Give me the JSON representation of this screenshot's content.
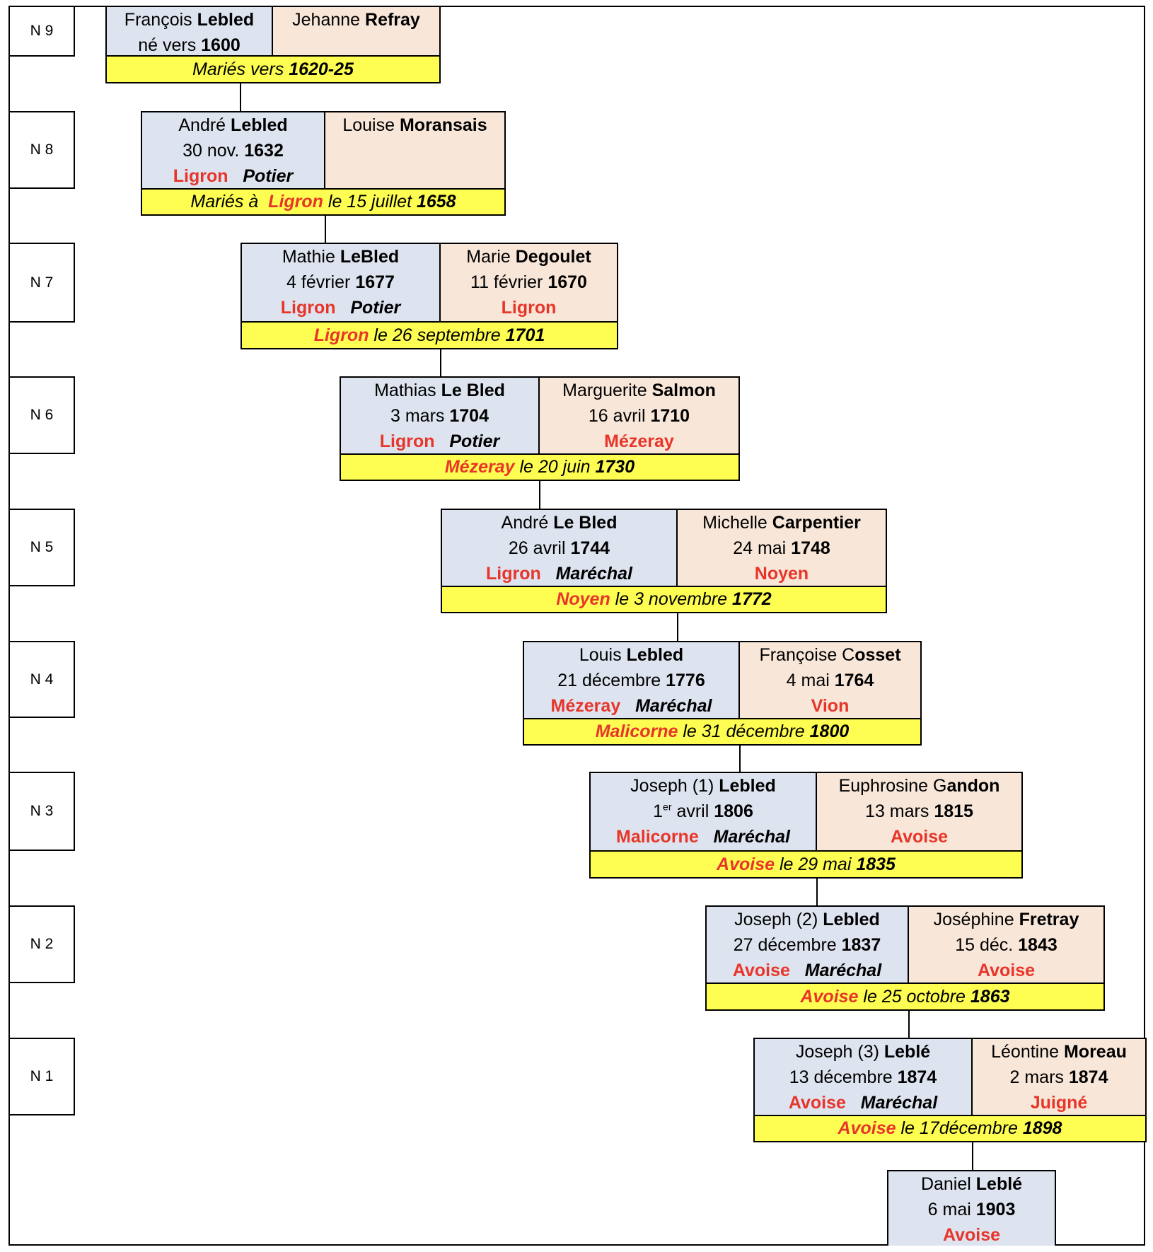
{
  "title": "Lebled family patrilineal tree",
  "colors": {
    "male_bg": "#dde4ef",
    "female_bg": "#f8e6d8",
    "marriage_bg": "#fefe52",
    "place_red": "#e8352a"
  },
  "generations": [
    {
      "label": "N 9",
      "husband": [
        [
          {
            "t": "François "
          },
          {
            "t": "Lebled",
            "s": "b"
          }
        ],
        [
          {
            "t": "né vers "
          },
          {
            "t": "1600",
            "s": "b"
          }
        ]
      ],
      "wife": [
        [
          {
            "t": "Jehanne "
          },
          {
            "t": "Refray",
            "s": "b"
          }
        ]
      ],
      "marriage": [
        {
          "t": "Mariés vers "
        },
        {
          "t": "1620-25",
          "s": "b"
        }
      ]
    },
    {
      "label": "N 8",
      "husband": [
        [
          {
            "t": "André "
          },
          {
            "t": "Lebled",
            "s": "b"
          }
        ],
        [
          {
            "t": "30 nov. "
          },
          {
            "t": "1632",
            "s": "b"
          }
        ],
        [
          {
            "t": "Ligron",
            "s": "red"
          },
          {
            "t": "   "
          },
          {
            "t": "Potier",
            "s": "bi"
          }
        ]
      ],
      "wife": [
        [
          {
            "t": "Louise "
          },
          {
            "t": "Moransais",
            "s": "b"
          }
        ]
      ],
      "marriage": [
        {
          "t": "Mariés à  "
        },
        {
          "t": "Ligron",
          "s": "red"
        },
        {
          "t": " le 15 juillet "
        },
        {
          "t": "1658",
          "s": "b"
        }
      ]
    },
    {
      "label": "N 7",
      "husband": [
        [
          {
            "t": "Mathie "
          },
          {
            "t": "LeBled",
            "s": "b"
          }
        ],
        [
          {
            "t": "4 février "
          },
          {
            "t": "1677",
            "s": "b"
          }
        ],
        [
          {
            "t": "Ligron",
            "s": "red"
          },
          {
            "t": "   "
          },
          {
            "t": "Potier",
            "s": "bi"
          }
        ]
      ],
      "wife": [
        [
          {
            "t": "Marie "
          },
          {
            "t": "Degoulet",
            "s": "b"
          }
        ],
        [
          {
            "t": "11 février "
          },
          {
            "t": "1670",
            "s": "b"
          }
        ],
        [
          {
            "t": "Ligron",
            "s": "red"
          }
        ]
      ],
      "marriage": [
        {
          "t": "Ligron",
          "s": "red"
        },
        {
          "t": " le 26 septembre "
        },
        {
          "t": "1701",
          "s": "b"
        }
      ]
    },
    {
      "label": "N 6",
      "husband": [
        [
          {
            "t": "Mathias "
          },
          {
            "t": "Le Bled",
            "s": "b"
          }
        ],
        [
          {
            "t": "3 mars "
          },
          {
            "t": "1704",
            "s": "b"
          }
        ],
        [
          {
            "t": "Ligron",
            "s": "red"
          },
          {
            "t": "   "
          },
          {
            "t": "Potier",
            "s": "bi"
          }
        ]
      ],
      "wife": [
        [
          {
            "t": "Marguerite "
          },
          {
            "t": "Salmon",
            "s": "b"
          }
        ],
        [
          {
            "t": "16 avril "
          },
          {
            "t": "1710",
            "s": "b"
          }
        ],
        [
          {
            "t": "Mézeray",
            "s": "red"
          }
        ]
      ],
      "marriage": [
        {
          "t": "Mézeray",
          "s": "red"
        },
        {
          "t": " le 20 juin "
        },
        {
          "t": "1730",
          "s": "b"
        }
      ]
    },
    {
      "label": "N 5",
      "husband": [
        [
          {
            "t": "André "
          },
          {
            "t": "Le Bled",
            "s": "b"
          }
        ],
        [
          {
            "t": "26 avril "
          },
          {
            "t": "1744",
            "s": "b"
          }
        ],
        [
          {
            "t": "Ligron",
            "s": "red"
          },
          {
            "t": "   "
          },
          {
            "t": "Maréchal",
            "s": "bi"
          }
        ]
      ],
      "wife": [
        [
          {
            "t": "Michelle "
          },
          {
            "t": "Carpentier",
            "s": "b"
          }
        ],
        [
          {
            "t": "24 mai "
          },
          {
            "t": "1748",
            "s": "b"
          }
        ],
        [
          {
            "t": "Noyen",
            "s": "red"
          }
        ]
      ],
      "marriage": [
        {
          "t": "Noyen",
          "s": "red"
        },
        {
          "t": " le 3 novembre "
        },
        {
          "t": "1772",
          "s": "b"
        }
      ]
    },
    {
      "label": "N 4",
      "husband": [
        [
          {
            "t": "Louis "
          },
          {
            "t": "Lebled",
            "s": "b"
          }
        ],
        [
          {
            "t": "21 décembre "
          },
          {
            "t": "1776",
            "s": "b"
          }
        ],
        [
          {
            "t": "Mézeray",
            "s": "red"
          },
          {
            "t": "   "
          },
          {
            "t": "Maréchal",
            "s": "bi"
          }
        ]
      ],
      "wife": [
        [
          {
            "t": "Françoise C"
          },
          {
            "t": "osset",
            "s": "b"
          }
        ],
        [
          {
            "t": "4 mai "
          },
          {
            "t": "1764",
            "s": "b"
          }
        ],
        [
          {
            "t": "Vion",
            "s": "red"
          }
        ]
      ],
      "marriage": [
        {
          "t": "Malicorne",
          "s": "red"
        },
        {
          "t": " le 31 décembre "
        },
        {
          "t": "1800",
          "s": "b"
        }
      ]
    },
    {
      "label": "N 3",
      "husband": [
        [
          {
            "t": "Joseph (1) "
          },
          {
            "t": "Lebled",
            "s": "b"
          }
        ],
        [
          {
            "t": "1"
          },
          {
            "t": "er",
            "s": "sup"
          },
          {
            "t": " avril "
          },
          {
            "t": "1806",
            "s": "b"
          }
        ],
        [
          {
            "t": "Malicorne",
            "s": "red"
          },
          {
            "t": "   "
          },
          {
            "t": "Maréchal",
            "s": "bi"
          }
        ]
      ],
      "wife": [
        [
          {
            "t": "Euphrosine G"
          },
          {
            "t": "andon",
            "s": "b"
          }
        ],
        [
          {
            "t": "13 mars "
          },
          {
            "t": "1815",
            "s": "b"
          }
        ],
        [
          {
            "t": "Avoise",
            "s": "red"
          }
        ]
      ],
      "marriage": [
        {
          "t": "Avoise",
          "s": "red"
        },
        {
          "t": " le 29 mai "
        },
        {
          "t": "1835",
          "s": "b"
        }
      ]
    },
    {
      "label": "N 2",
      "husband": [
        [
          {
            "t": "Joseph (2) "
          },
          {
            "t": "Lebled",
            "s": "b"
          }
        ],
        [
          {
            "t": "27 décembre "
          },
          {
            "t": "1837",
            "s": "b"
          }
        ],
        [
          {
            "t": "Avoise",
            "s": "red"
          },
          {
            "t": "   "
          },
          {
            "t": "Maréchal",
            "s": "bi"
          }
        ]
      ],
      "wife": [
        [
          {
            "t": "Joséphine "
          },
          {
            "t": "Fretray",
            "s": "b"
          }
        ],
        [
          {
            "t": "15 déc. "
          },
          {
            "t": "1843",
            "s": "b"
          }
        ],
        [
          {
            "t": "Avoise",
            "s": "red"
          }
        ]
      ],
      "marriage": [
        {
          "t": "Avoise",
          "s": "red"
        },
        {
          "t": " le 25 octobre "
        },
        {
          "t": "1863",
          "s": "b"
        }
      ]
    },
    {
      "label": "N 1",
      "husband": [
        [
          {
            "t": "Joseph (3) "
          },
          {
            "t": "Leblé",
            "s": "b"
          }
        ],
        [
          {
            "t": "13 décembre "
          },
          {
            "t": "1874",
            "s": "b"
          }
        ],
        [
          {
            "t": "Avoise",
            "s": "red"
          },
          {
            "t": "   "
          },
          {
            "t": "Maréchal",
            "s": "bi"
          }
        ]
      ],
      "wife": [
        [
          {
            "t": "Léontine "
          },
          {
            "t": "Moreau",
            "s": "b"
          }
        ],
        [
          {
            "t": "2 mars "
          },
          {
            "t": "1874",
            "s": "b"
          }
        ],
        [
          {
            "t": "Juigné",
            "s": "red"
          }
        ]
      ],
      "marriage": [
        {
          "t": "Avoise",
          "s": "red"
        },
        {
          "t": " le 17décembre "
        },
        {
          "t": "1898",
          "s": "b"
        }
      ]
    }
  ],
  "descendant": [
    [
      {
        "t": "Daniel "
      },
      {
        "t": "Leblé",
        "s": "b"
      }
    ],
    [
      {
        "t": "6 mai "
      },
      {
        "t": "1903",
        "s": "b"
      }
    ],
    [
      {
        "t": "Avoise",
        "s": "red"
      }
    ]
  ]
}
